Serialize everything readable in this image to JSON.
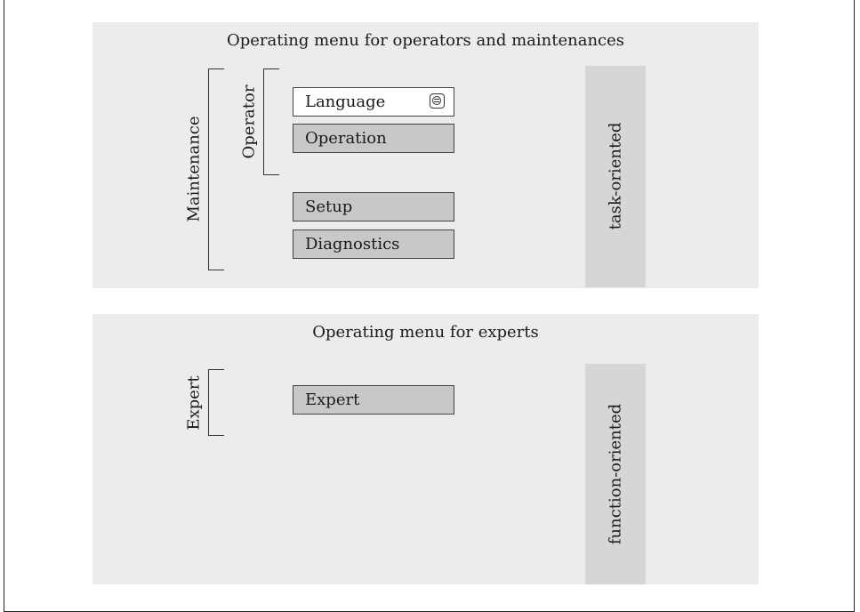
{
  "top_panel": {
    "title": "Operating menu for operators and maintenances",
    "side_label": "task-oriented",
    "bracket_outer": "Maintenance",
    "bracket_inner": "Operator",
    "items": [
      "Language",
      "Operation",
      "Setup",
      "Diagnostics"
    ],
    "language_icon": "display-module-icon"
  },
  "bottom_panel": {
    "title": "Operating menu for experts",
    "side_label": "function-oriented",
    "bracket": "Expert",
    "items": [
      "Expert"
    ]
  },
  "colors": {
    "panel_bg": "#ececec",
    "side_bar_bg": "#d6d6d6",
    "menu_box_bg": "#c8c8c8",
    "highlight_box_bg": "#ffffff"
  }
}
